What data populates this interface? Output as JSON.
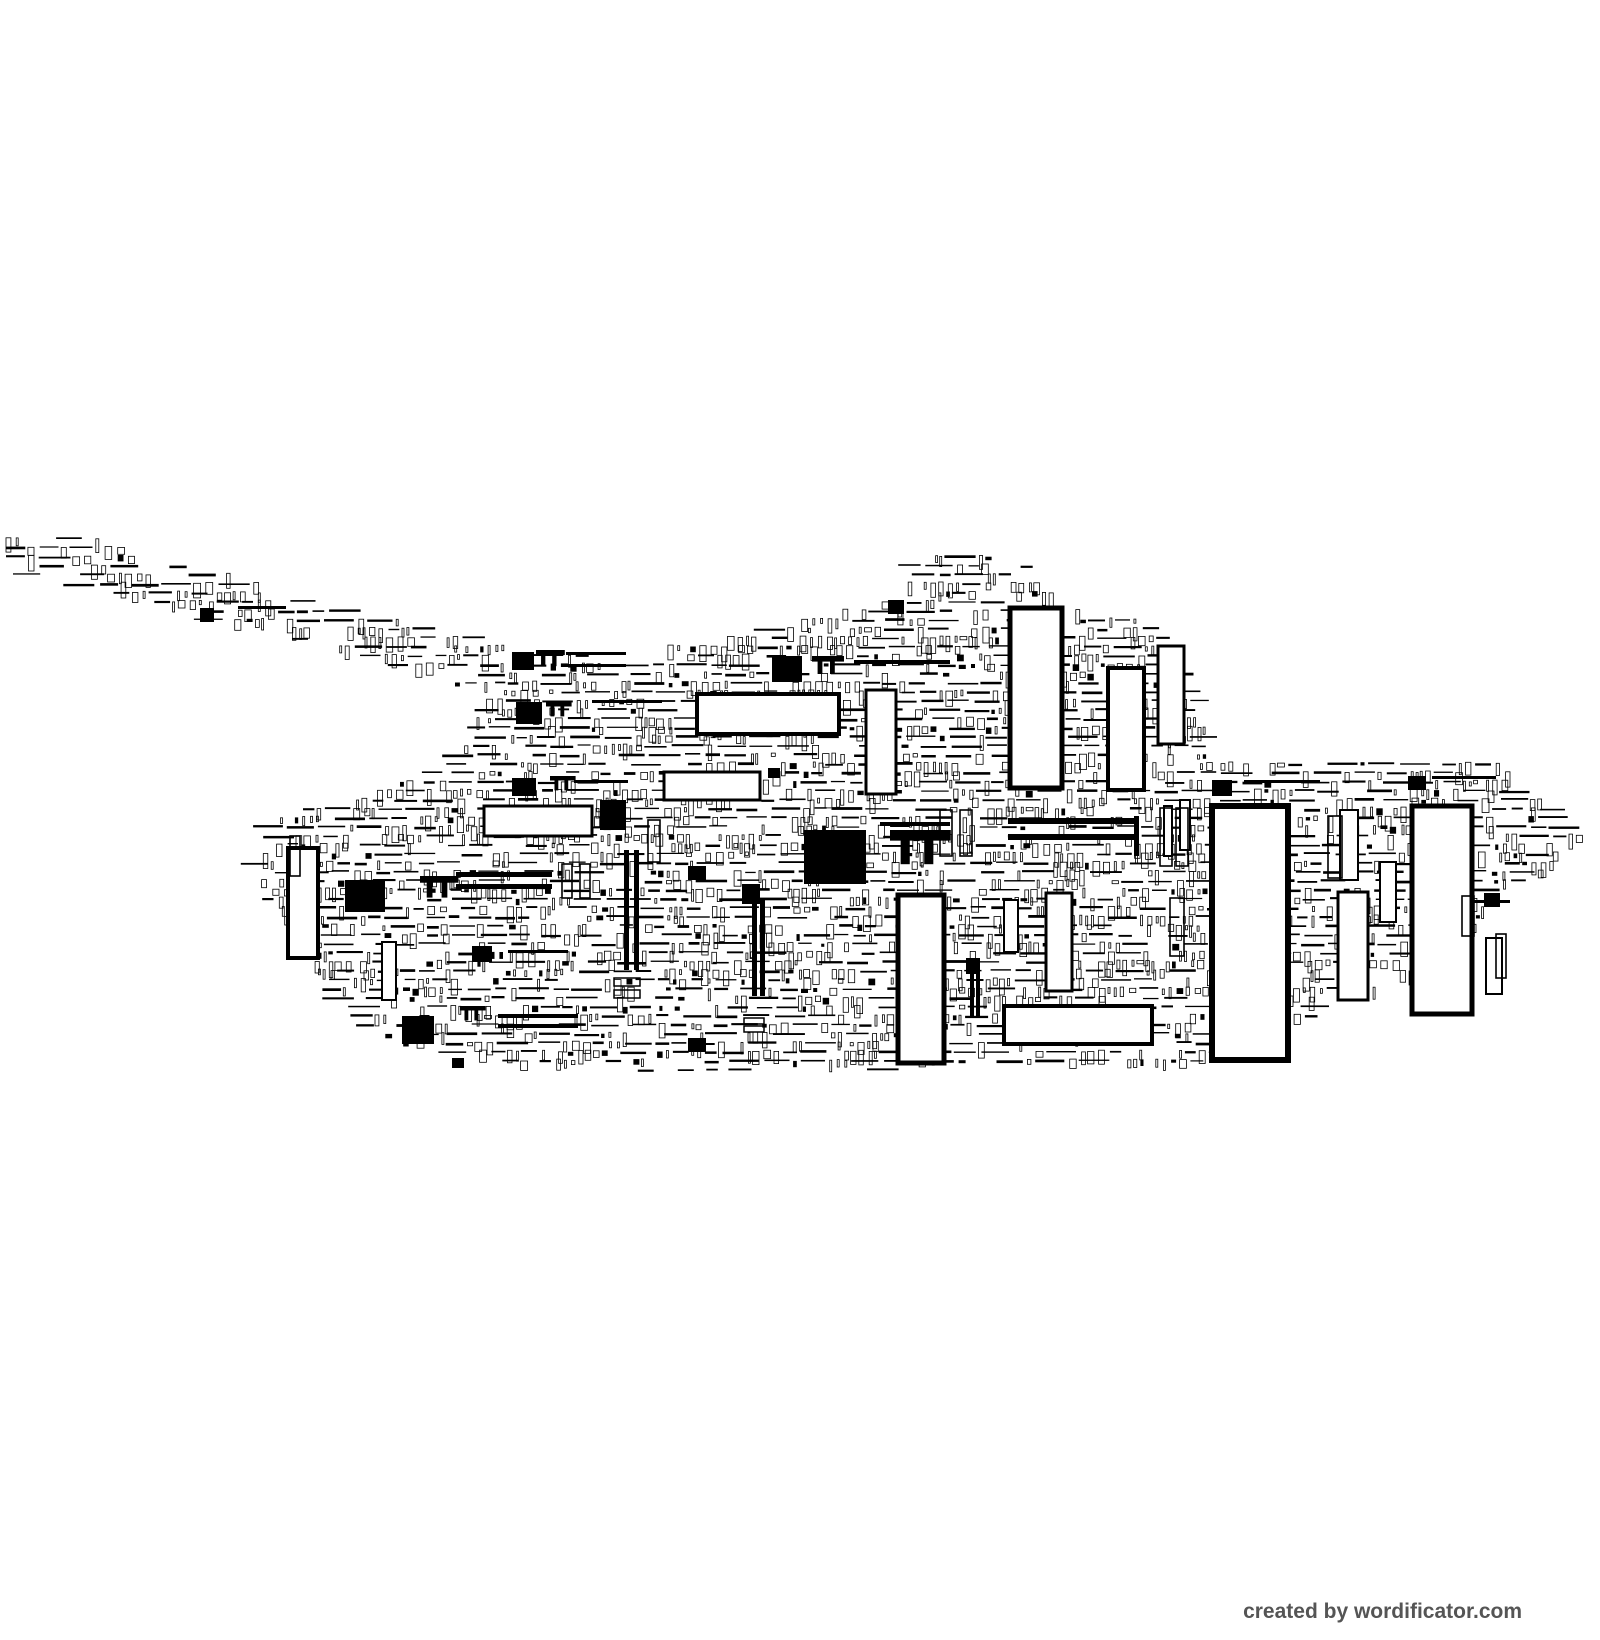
{
  "canvas": {
    "background": "#ffffff",
    "ink": "#000000"
  },
  "artwork": {
    "subject": "tank",
    "style": "word-cloud silhouette of rectangular glyph blocks",
    "fill_color": "#000000"
  },
  "credit": {
    "text": "created by wordificator.com",
    "color": "#555555"
  }
}
